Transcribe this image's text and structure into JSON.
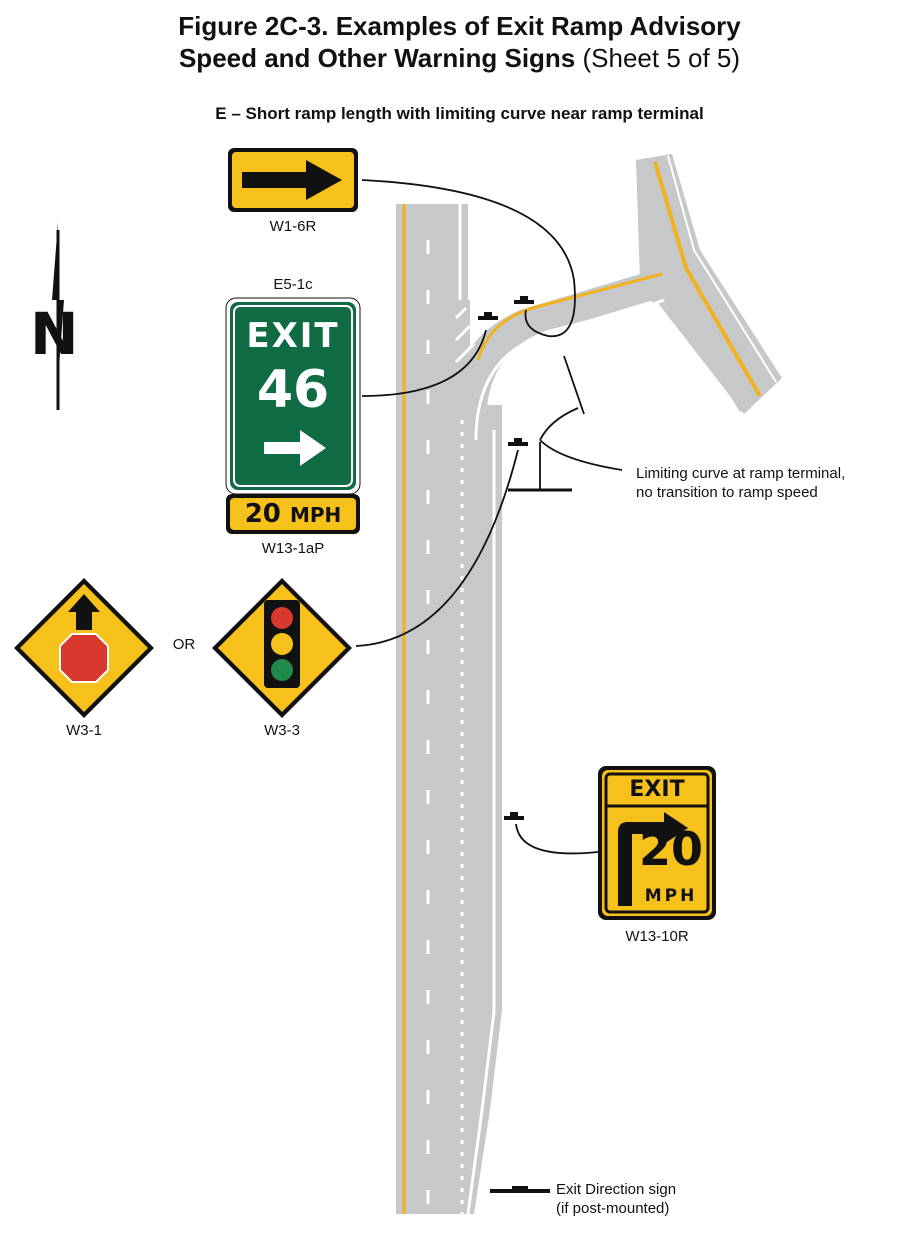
{
  "figure": {
    "title_line1": "Figure 2C-3.  Examples of Exit Ramp Advisory",
    "title_line2_bold": "Speed and Other Warning Signs",
    "title_line2_normal": " (Sheet 5 of 5)",
    "subtitle": "E – Short ramp length with limiting curve near ramp terminal"
  },
  "signs": {
    "w1_6r": {
      "code": "W1-6R",
      "icon": "right-arrow-icon"
    },
    "e5_1c": {
      "code": "E5-1c",
      "exit_word": "EXIT",
      "exit_number": "46",
      "icon": "right-arrow-icon"
    },
    "w13_1ap": {
      "code": "W13-1aP",
      "speed": "20",
      "unit": "MPH"
    },
    "w3_1": {
      "code": "W3-1",
      "icon": "stop-ahead-icon"
    },
    "or_text": "OR",
    "w3_3": {
      "code": "W3-3",
      "icon": "signal-ahead-icon"
    },
    "w13_10r": {
      "code": "W13-10R",
      "exit_word": "EXIT",
      "speed": "20",
      "unit": "MPH",
      "icon": "turn-arrow-icon"
    }
  },
  "annotations": {
    "limiting_curve_line1": "Limiting curve at ramp terminal,",
    "limiting_curve_line2": "no transition to ramp speed"
  },
  "legend": {
    "exit_direction_line1": "Exit Direction sign",
    "exit_direction_line2": "(if post-mounted)"
  },
  "colors": {
    "warning_yellow": "#f7c11c",
    "guide_green": "#0e6b43",
    "road_gray": "#c7c8ca",
    "edge_line_yellow": "#f2b21d",
    "stop_red": "#d9382c",
    "signal_green": "#1f8a4a"
  }
}
